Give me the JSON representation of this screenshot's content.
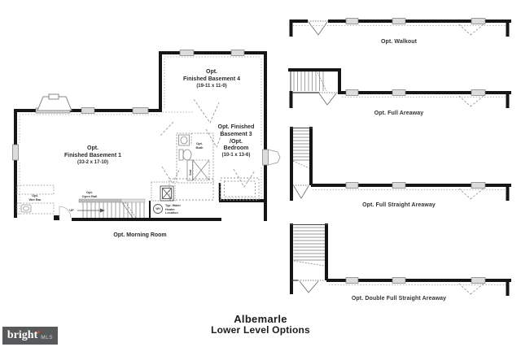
{
  "sheet": {
    "title_line1": "Albemarle",
    "title_line2": "Lower Level Options"
  },
  "plan": {
    "basement1": {
      "line1": "Opt.",
      "line2": "Finished Basement 1",
      "dims": "(33-2 x 17-10)"
    },
    "basement4": {
      "line1": "Opt.",
      "line2": "Finished Basement 4",
      "dims": "(19-11 x 11-0)"
    },
    "basement3": {
      "line1": "Opt. Finished",
      "line2": "Basement 3",
      "line3": "/Opt.",
      "line4": "Bedroom",
      "dims": "(10-1 x 13-6)"
    },
    "morning_room": "Opt. Morning Room",
    "wet_bar": {
      "line1": "Opt.",
      "line2": "Wet Bar"
    },
    "open_rail": {
      "line1": "Opt.",
      "line2": "Open Rail"
    },
    "up_label": "UP",
    "water_heater": {
      "abbr": "WH",
      "line1": "Typ. Water",
      "line2": "Heater",
      "line3": "Location"
    },
    "bath": {
      "line1": "Opt.",
      "line2": "Bath"
    },
    "seat_label": "Seat"
  },
  "options": [
    {
      "label": "Opt. Walkout"
    },
    {
      "label": "Opt. Full Areaway"
    },
    {
      "label": "Opt. Full Straight Areaway"
    },
    {
      "label": "Opt. Double Full Straight Areaway"
    }
  ],
  "logo": {
    "brand": "bright",
    "suffix": "MLS"
  },
  "colors": {
    "wall": "#161616",
    "window_fill": "#dcdcdc",
    "hatch": "#b8b8b8",
    "dash": "#999999",
    "text": "#2b2b2b",
    "logo_bg": "#58595b",
    "logo_accent": "#c84b3c"
  }
}
